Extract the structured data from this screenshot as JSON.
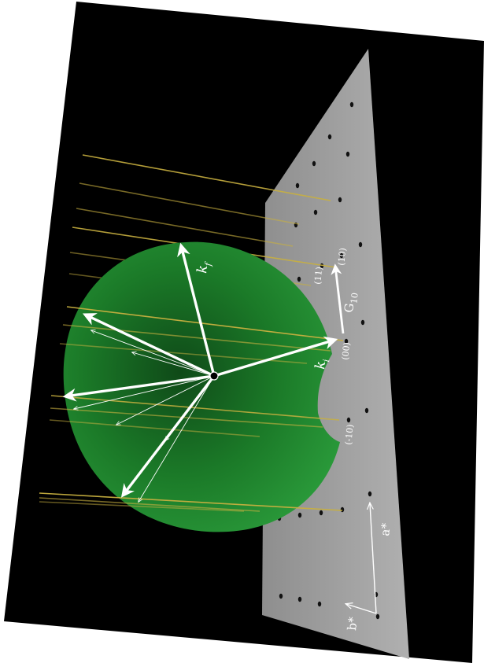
{
  "labels": {
    "k_f": "k",
    "k_f_sub": "f",
    "k_i": "k",
    "k_i_sub": "i",
    "G": "G",
    "G_sub": "10",
    "origin": "(00)",
    "r10": "(10)",
    "r11": "(11)",
    "rm10": "(-10)",
    "a_star": "a*",
    "b_star": "b*"
  },
  "colors": {
    "background": "#000000",
    "sphere": "#1f8a2e",
    "plane": "#a8a8a8",
    "rods": "#c8b040",
    "vectors": "#ffffff"
  }
}
